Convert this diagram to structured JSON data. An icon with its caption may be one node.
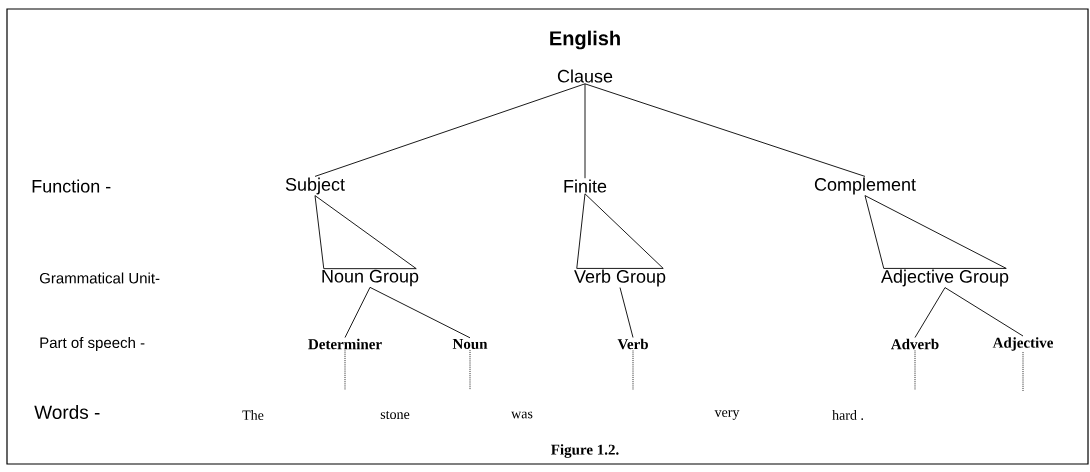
{
  "diagram": {
    "title": "English",
    "caption": "Figure 1.2.",
    "nodes": [
      {
        "text": [
          "Clause"
        ]
      },
      {
        "text": [
          "Subject"
        ]
      },
      {
        "text": [
          "Finite"
        ]
      },
      {
        "text": [
          "Complement"
        ]
      },
      {
        "text": [
          "Noun Group"
        ]
      },
      {
        "text": [
          "Verb Group"
        ]
      },
      {
        "text": [
          "Adjective Group"
        ]
      },
      {
        "text": [
          "Determiner"
        ]
      },
      {
        "text": [
          "Noun"
        ]
      },
      {
        "text": [
          "Verb"
        ]
      },
      {
        "text": [
          "Adverb"
        ]
      },
      {
        "text": [
          "Adjective"
        ]
      }
    ],
    "edges": [
      {
        "from": 0,
        "to": 1,
        "arrow": "none"
      },
      {
        "from": 0,
        "to": 2,
        "arrow": "none"
      },
      {
        "from": 0,
        "to": 3,
        "arrow": "none"
      },
      {
        "from": 1,
        "to": 4,
        "arrow": "none"
      },
      {
        "from": 2,
        "to": 5,
        "arrow": "none"
      },
      {
        "from": 3,
        "to": 6,
        "arrow": "none"
      },
      {
        "from": 4,
        "to": 7,
        "arrow": "none"
      },
      {
        "from": 4,
        "to": 8,
        "arrow": "none"
      },
      {
        "from": 5,
        "to": 9,
        "arrow": "none"
      },
      {
        "from": 6,
        "to": 10,
        "arrow": "none"
      },
      {
        "from": 6,
        "to": 11,
        "arrow": "none"
      },
      {
        "from": 7,
        "to": null,
        "arrow": "none",
        "style": "dashed"
      },
      {
        "from": 8,
        "to": null,
        "arrow": "none",
        "style": "dashed"
      },
      {
        "from": 9,
        "to": null,
        "arrow": "none",
        "style": "dashed"
      },
      {
        "from": 10,
        "to": null,
        "arrow": "none",
        "style": "dashed"
      },
      {
        "from": 11,
        "to": null,
        "arrow": "none",
        "style": "dashed"
      }
    ],
    "labels": [
      "Function -",
      "Grammatical Unit-",
      "Part of speech -",
      "Words -",
      "The",
      "stone",
      "was",
      "very",
      "hard ."
    ]
  }
}
